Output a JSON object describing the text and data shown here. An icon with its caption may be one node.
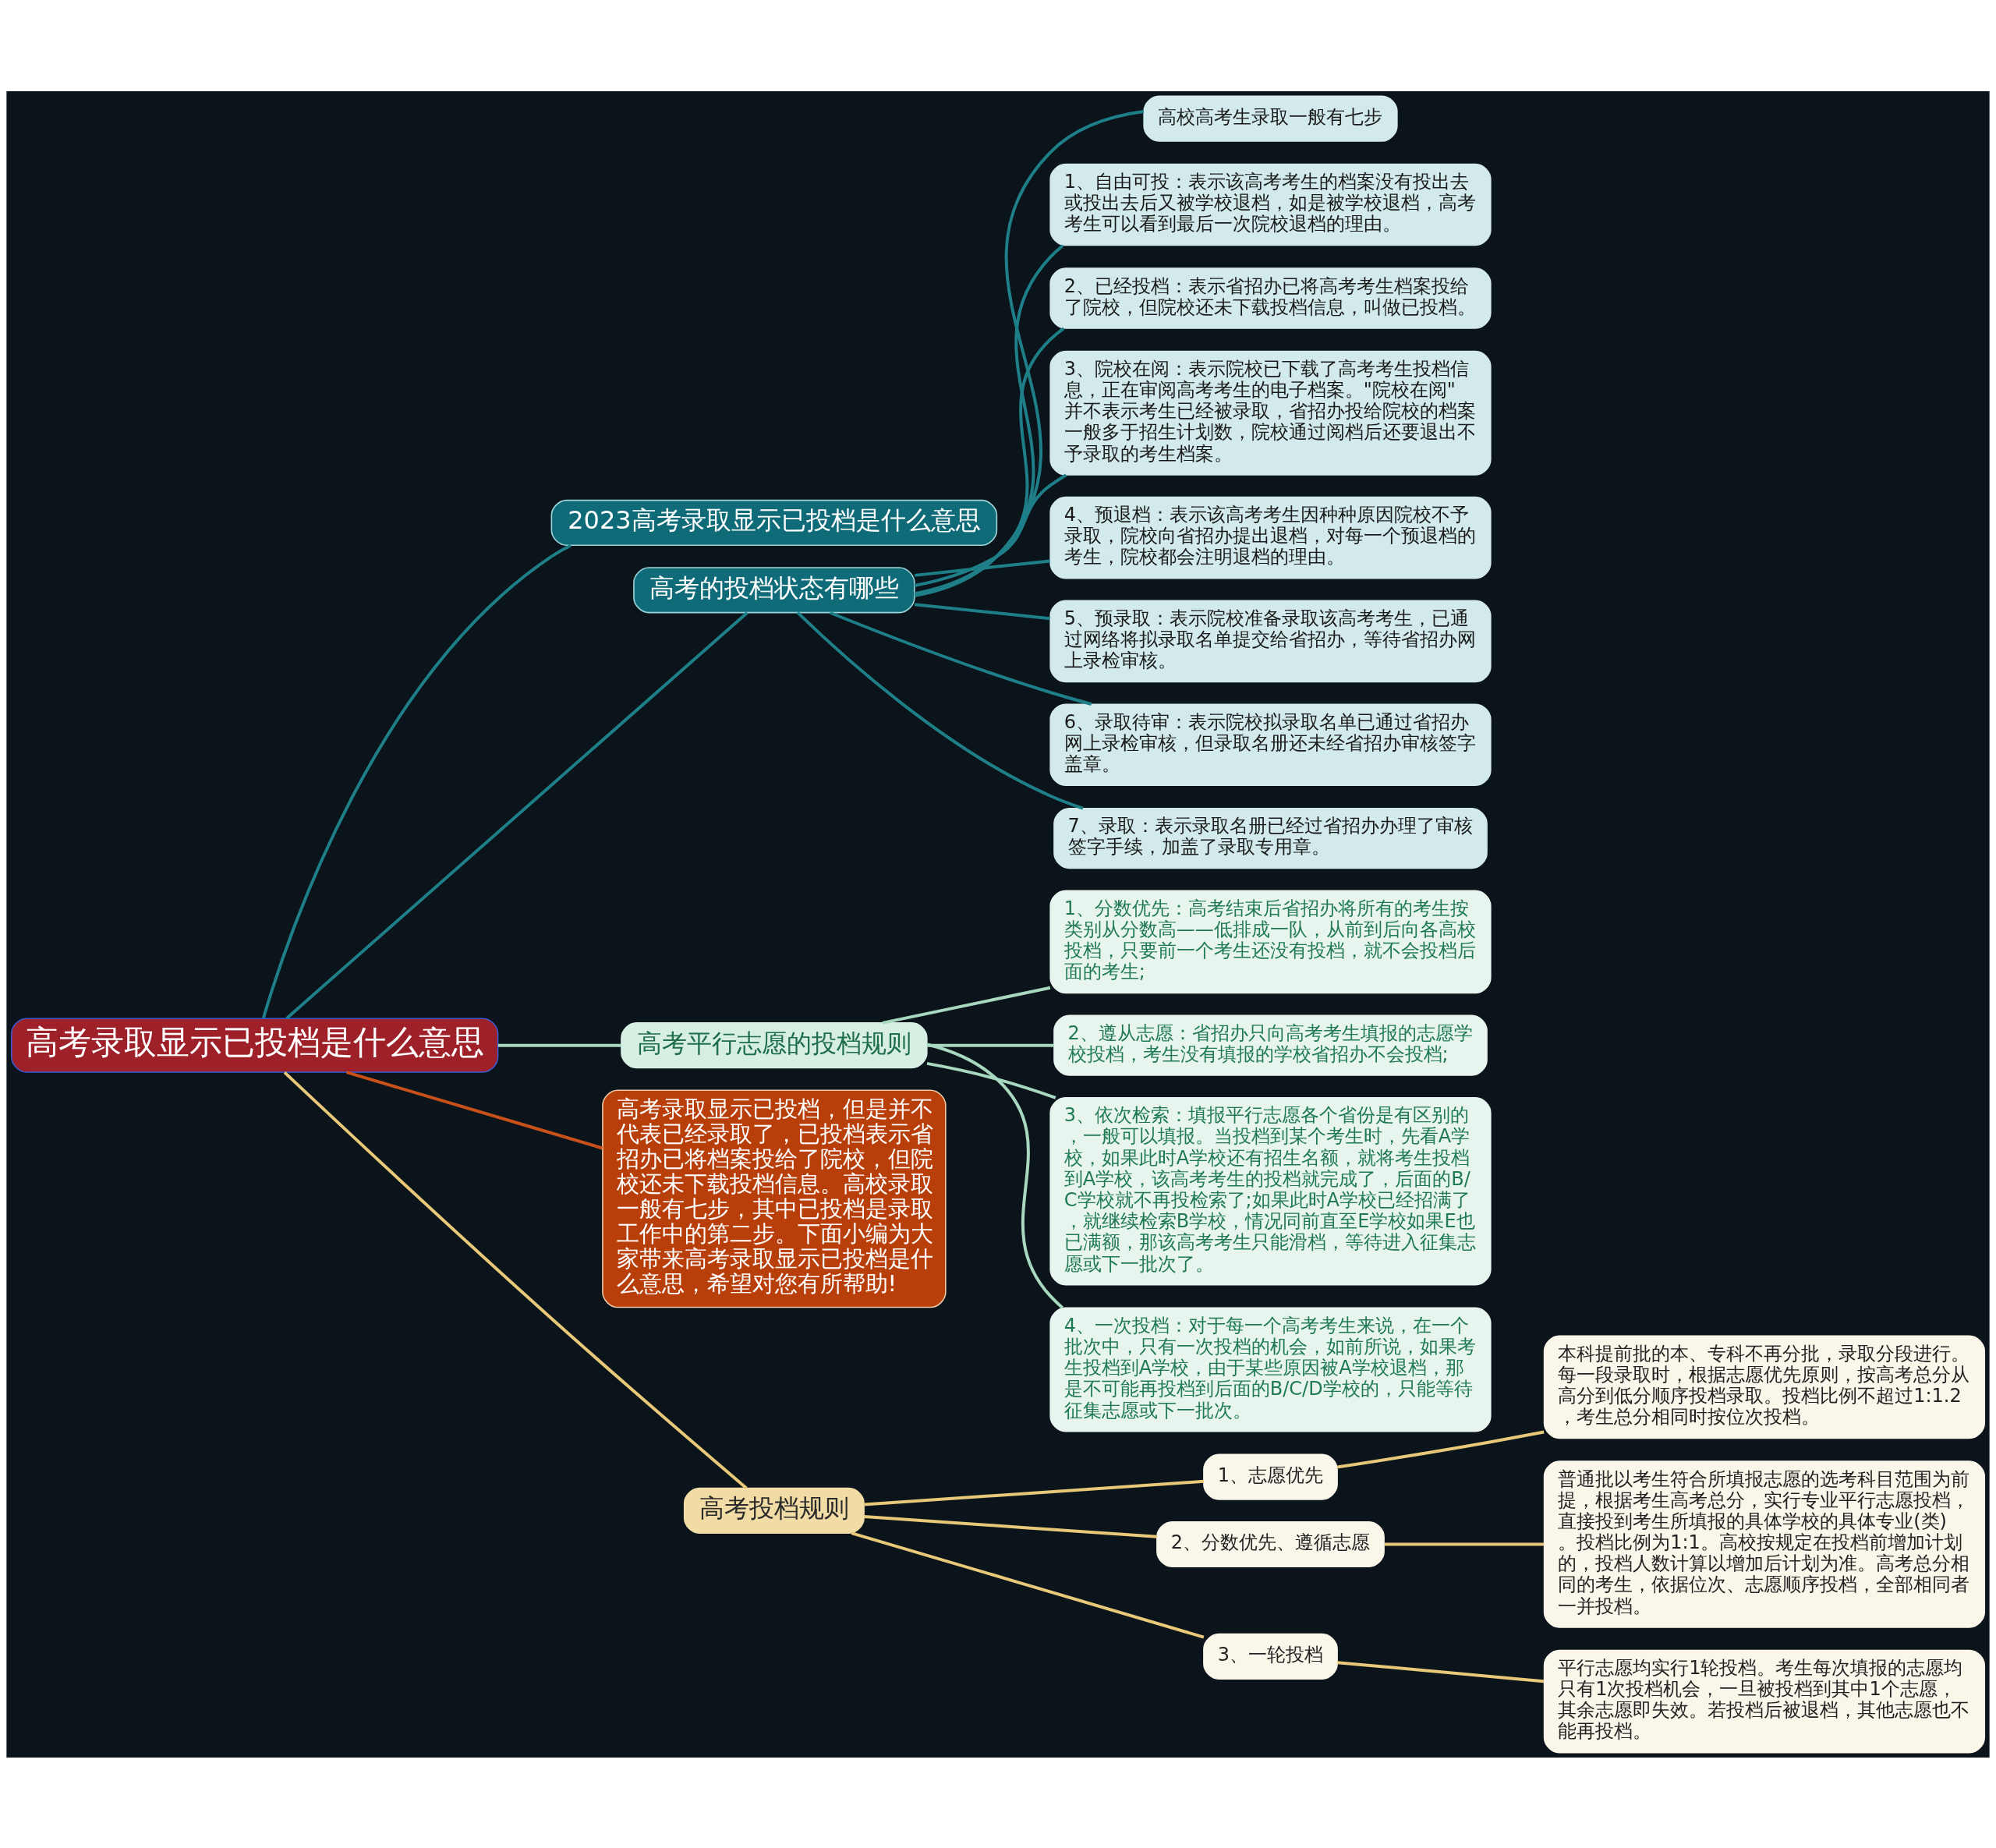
{
  "diagram": {
    "nodes": [
      {
        "text": [
          "高考录取显示已投档是什么意思"
        ]
      },
      {
        "text": [
          "2023高考录取显示已投档是什么意思"
        ]
      },
      {
        "text": [
          "高考的投档状态有哪些"
        ]
      },
      {
        "text": [
          "高校高考生录取一般有七步"
        ]
      },
      {
        "text": [
          "1、自由可投：表示该高考考生的档案没有投出去或投出去后又被学校退档，如是被学校退档，高考考生可以看到最后一次院校退档的理由。"
        ]
      },
      {
        "text": [
          "2、已经投档：表示省招办已将高考考生档案投给了院校，但院校还未下载投档信息，叫做已投档。"
        ]
      },
      {
        "text": [
          "3、院校在阅：表示院校已下载了高考考生投档信息，正在审阅高考考生的电子档案。\"院校在阅\"并不表示考生已经被录取，省招办投给院校的档案一般多于招生计划数，院校通过阅档后还要退出不予录取的考生档案。"
        ]
      },
      {
        "text": [
          "4、预退档：表示该高考考生因种种原因院校不予录取，院校向省招办提出退档，对每一个预退档的考生，院校都会注明退档的理由。"
        ]
      },
      {
        "text": [
          "5、预录取：表示院校准备录取该高考考生，已通过网络将拟录取名单提交给省招办，等待省招办网上录检审核。"
        ]
      },
      {
        "text": [
          "6、录取待审：表示院校拟录取名单已通过省招办网上录检审核，但录取名册还未经省招办审核签字盖章。"
        ]
      },
      {
        "text": [
          "7、录取：表示录取名册已经过省招办办理了审核签字手续，加盖了录取专用章。"
        ]
      },
      {
        "text": [
          "高考平行志愿的投档规则"
        ]
      },
      {
        "text": [
          "1、分数优先：高考结束后省招办将所有的考生按类别从分数高——低排成一队，从前到后向各高校投档，只要前一个考生还没有投档，就不会投档后面的考生;"
        ]
      },
      {
        "text": [
          "2、遵从志愿：省招办只向高考考生填报的志愿学校投档，考生没有填报的学校省招办不会投档;"
        ]
      },
      {
        "text": [
          "3、依次检索：填报平行志愿各个省份是有区别的，一般可以填报。当投档到某个考生时，先看A学校，如果此时A学校还有招生名额，就将考生投档到A学校，该高考考生的投档就完成了，后面的B/C学校就不再投检索了;如果此时A学校已经招满了，就继续检索B学校，情况同前直至E学校如果E也已满额，那该高考考生只能滑档，等待进入征集志愿或下一批次了。"
        ]
      },
      {
        "text": [
          "4、一次投档：对于每一个高考考生来说，在一个批次中，只有一次投档的机会，如前所说，如果考生投档到A学校，由于某些原因被A学校退档，那是不可能再投档到后面的B/C/D学校的，只能等待征集志愿或下一批次。"
        ]
      },
      {
        "text": [
          "高考录取显示已投档，但是并不代表已经录取了，已投档表示省招办已将档案投给了院校，但院校还未下载投档信息。高校录取一般有七步，其中已投档是录取工作中的第二步。下面小编为大家带来高考录取显示已投档是什么意思，希望对您有所帮助!"
        ]
      },
      {
        "text": [
          "高考投档规则"
        ]
      },
      {
        "text": [
          "1、志愿优先"
        ]
      },
      {
        "text": [
          "本科提前批的本、专科不再分批，录取分段进行。每一段录取时，根据志愿优先原则，按高考总分从高分到低分顺序投档录取。投档比例不超过1:1.2，考生总分相同时按位次投档。"
        ]
      },
      {
        "text": [
          "2、分数优先、遵循志愿"
        ]
      },
      {
        "text": [
          "普通批以考生符合所填报志愿的选考科目范围为前提，根据考生高考总分，实行专业平行志愿投档，直接投到考生所填报的具体学校的具体专业(类)。投档比例为1:1。高校按规定在投档前增加计划的，投档人数计算以增加后计划为准。高考总分相同的考生，依据位次、志愿顺序投档，全部相同者一并投档。"
        ]
      },
      {
        "text": [
          "3、一轮投档"
        ]
      },
      {
        "text": [
          "平行志愿均实行1轮投档。考生每次填报的志愿均只有1次投档机会，一旦被投档到其中1个志愿，其余志愿即失效。若投档后被退档，其他志愿也不能再投档。"
        ]
      }
    ],
    "edges": [
      {
        "from": 0,
        "to": 1,
        "arrow": "none"
      },
      {
        "from": 0,
        "to": 2,
        "arrow": "none"
      },
      {
        "from": 2,
        "to": 3,
        "arrow": "none"
      },
      {
        "from": 2,
        "to": 4,
        "arrow": "none"
      },
      {
        "from": 2,
        "to": 5,
        "arrow": "none"
      },
      {
        "from": 2,
        "to": 6,
        "arrow": "none"
      },
      {
        "from": 2,
        "to": 7,
        "arrow": "none"
      },
      {
        "from": 2,
        "to": 8,
        "arrow": "none"
      },
      {
        "from": 2,
        "to": 9,
        "arrow": "none"
      },
      {
        "from": 2,
        "to": 10,
        "arrow": "none"
      },
      {
        "from": 0,
        "to": 11,
        "arrow": "none",
        "color": "#a8d8c0"
      },
      {
        "from": 11,
        "to": 12,
        "arrow": "none",
        "color": "#a8d8c0"
      },
      {
        "from": 11,
        "to": 13,
        "arrow": "none",
        "color": "#a8d8c0"
      },
      {
        "from": 11,
        "to": 14,
        "arrow": "none",
        "color": "#a8d8c0"
      },
      {
        "from": 11,
        "to": 15,
        "arrow": "none",
        "color": "#a8d8c0"
      },
      {
        "from": 0,
        "to": 16,
        "arrow": "none",
        "color": "#c8501a"
      },
      {
        "from": 0,
        "to": 17,
        "arrow": "none",
        "color": "#e8c97a"
      },
      {
        "from": 17,
        "to": 18,
        "arrow": "none",
        "color": "#e8c97a"
      },
      {
        "from": 18,
        "to": 19,
        "arrow": "none",
        "color": "#e8c97a"
      },
      {
        "from": 17,
        "to": 20,
        "arrow": "none",
        "color": "#e8c97a"
      },
      {
        "from": 20,
        "to": 21,
        "arrow": "none",
        "color": "#e8c97a"
      },
      {
        "from": 17,
        "to": 22,
        "arrow": "none",
        "color": "#e8c97a"
      },
      {
        "from": 22,
        "to": 23,
        "arrow": "none",
        "color": "#e8c97a"
      }
    ]
  }
}
